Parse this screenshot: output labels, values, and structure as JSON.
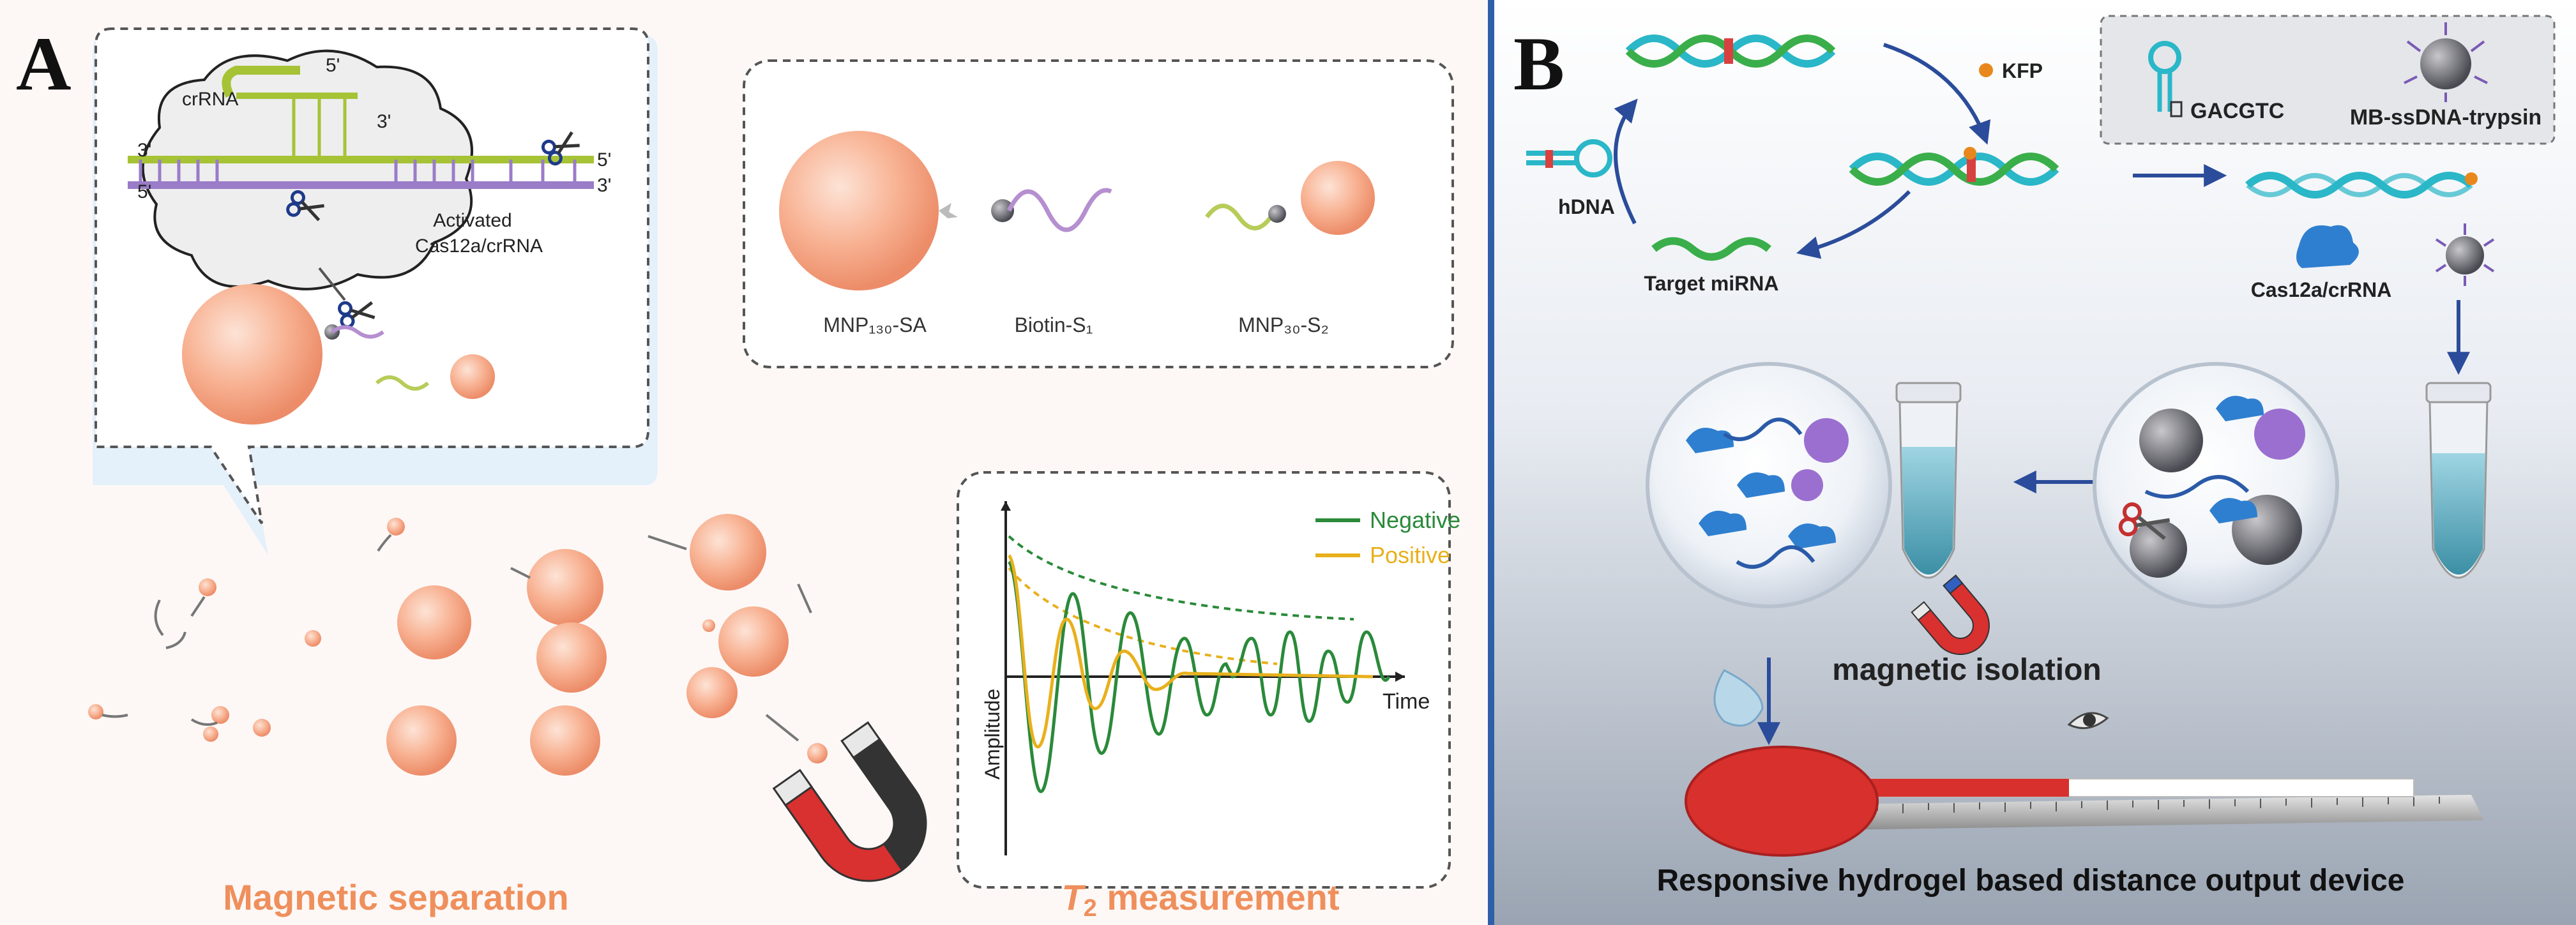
{
  "panel_a": {
    "letter": "A",
    "cas12a": {
      "crrna": "crRNA",
      "five_prime_top": "5'",
      "three_prime_top": "3'",
      "three_prime_left": "3'",
      "five_prime_left": "5'",
      "five_prime_right": "5'",
      "three_prime_right": "3'",
      "activated_line1": "Activated",
      "activated_line2": "Cas12a/crRNA"
    },
    "legend": {
      "mnp130": "MNP₁₃₀-SA",
      "biotin": "Biotin-S₁",
      "mnp30": "MNP₃₀-S₂"
    },
    "t2_plot": {
      "ylabel": "Amplitude",
      "xlabel": "Time",
      "negative": "Negative",
      "positive": "Positive"
    },
    "magnetic_separation": "Magnetic separation",
    "t2_measurement_italic": "T",
    "t2_measurement_sub": "2",
    "t2_measurement_rest": " measurement",
    "colors": {
      "sphere": "#f7a98a",
      "title_orange": "#ef8f5c",
      "green": "#2a8a3a",
      "yellow": "#e8b01c"
    }
  },
  "panel_b": {
    "letter": "B",
    "kfp": "KFP",
    "hdna": "hDNA",
    "target_mirna": "Target miRNA",
    "gacgtc": "GACGTC",
    "mb_ssdna": "MB-ssDNA-trypsin",
    "cas12a": "Cas12a/crRNA",
    "magnetic_isolation": "magnetic isolation",
    "device": "Responsive hydrogel based distance output device",
    "colors": {
      "arrow": "#2b4c9a",
      "hydrogel": "#d8302c",
      "divider": "#2f5fa8"
    }
  }
}
